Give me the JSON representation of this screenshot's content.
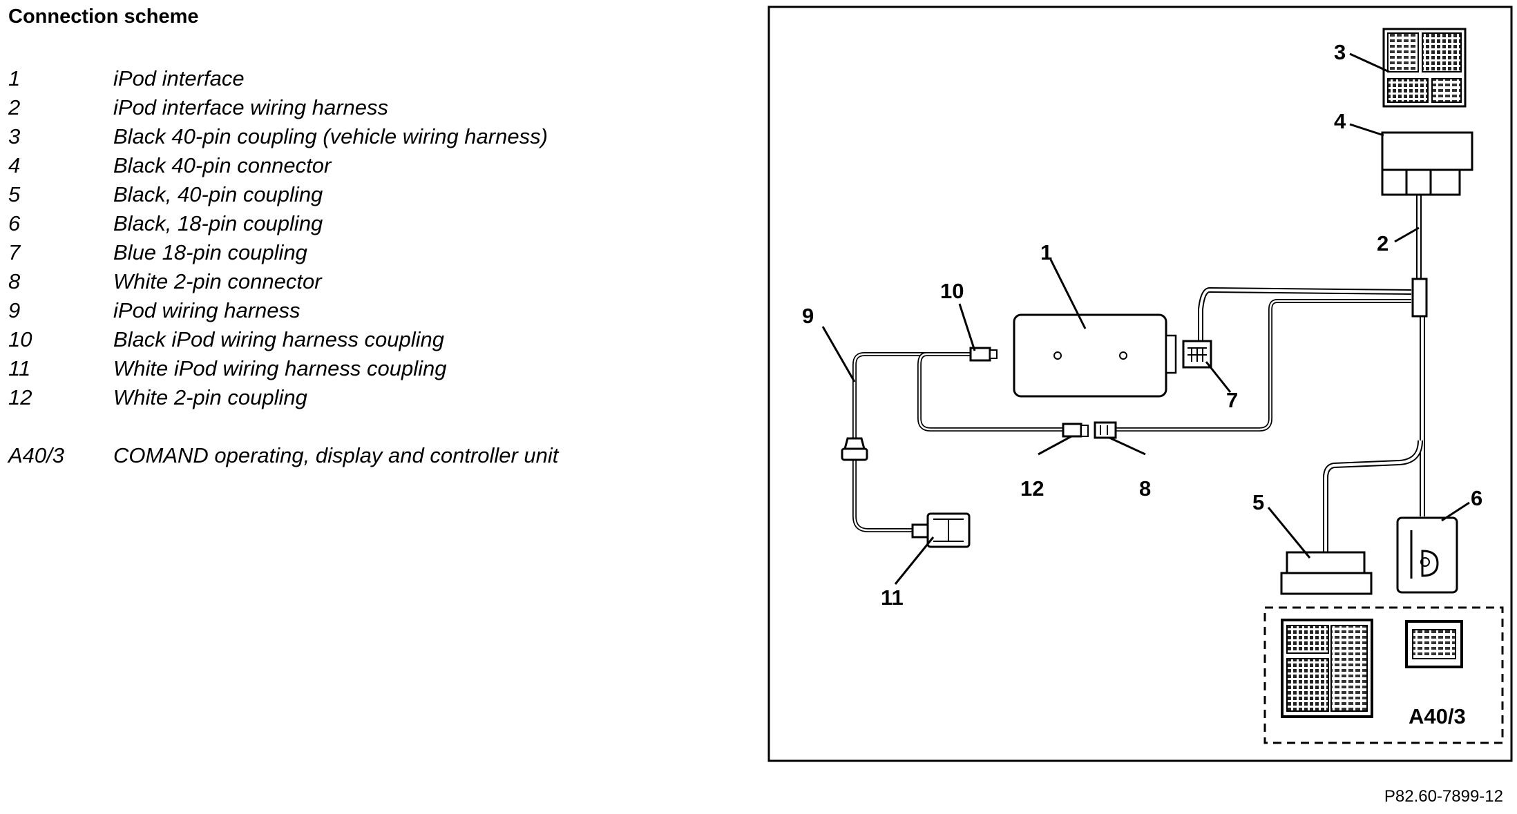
{
  "title": "Connection scheme",
  "legend": [
    {
      "num": "1",
      "text": "iPod interface"
    },
    {
      "num": "2",
      "text": "iPod interface wiring harness"
    },
    {
      "num": "3",
      "text": "Black 40-pin coupling (vehicle wiring harness)"
    },
    {
      "num": "4",
      "text": "Black 40-pin connector"
    },
    {
      "num": "5",
      "text": "Black, 40-pin coupling"
    },
    {
      "num": "6",
      "text": "Black, 18-pin coupling"
    },
    {
      "num": "7",
      "text": "Blue 18-pin coupling"
    },
    {
      "num": "8",
      "text": "White 2-pin connector"
    },
    {
      "num": "9",
      "text": "iPod wiring harness"
    },
    {
      "num": "10",
      "text": "Black iPod wiring harness coupling"
    },
    {
      "num": "11",
      "text": "White iPod wiring harness coupling"
    },
    {
      "num": "12",
      "text": "White 2-pin coupling"
    }
  ],
  "unit": {
    "num": "A40/3",
    "text": "COMAND operating, display and controller unit"
  },
  "diagram": {
    "callouts": [
      "1",
      "2",
      "3",
      "4",
      "5",
      "6",
      "7",
      "8",
      "9",
      "10",
      "11",
      "12"
    ],
    "unit_label": "A40/3"
  },
  "figure_code": "P82.60-7899-12"
}
